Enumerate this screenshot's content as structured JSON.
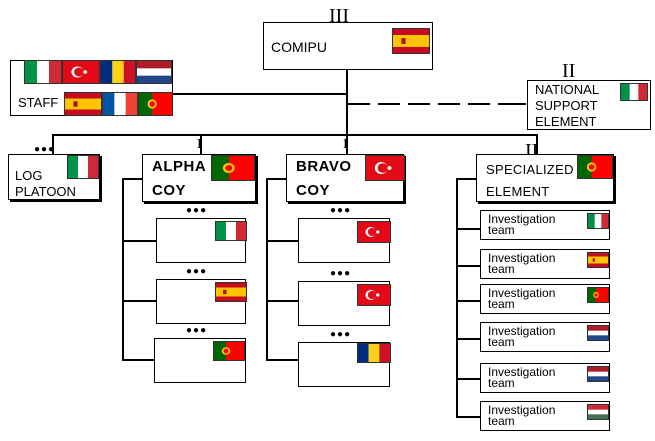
{
  "comipu": {
    "rank": "III",
    "label": "COMIPU"
  },
  "staff": {
    "label": "STAFF"
  },
  "national_support": {
    "rank": "II",
    "label": "NATIONAL\nSUPPORT\nELEMENT"
  },
  "log_platoon": {
    "label": "LOG\nPLATOON"
  },
  "alpha": {
    "rank": "I",
    "label": "ALPHA\nCOY"
  },
  "bravo": {
    "rank": "I",
    "label": "BRAVO\nCOY"
  },
  "specialized": {
    "rank": "II",
    "label": "SPECIALIZED\nELEMENT"
  },
  "investigation_label": "Investigation\nteam",
  "platoon_marker": "●●●",
  "flags": {
    "comipu": "spain",
    "staff": [
      "italy",
      "turkey",
      "romania",
      "netherlands",
      "spain",
      "france",
      "portugal"
    ],
    "national_support": "italy",
    "log_platoon": "italy",
    "alpha": "portugal",
    "alpha_platoons": [
      "italy",
      "spain",
      "portugal"
    ],
    "bravo": "turkey",
    "bravo_platoons": [
      "turkey",
      "turkey",
      "romania"
    ],
    "specialized": "portugal",
    "investigation_teams": [
      "italy",
      "spain",
      "portugal",
      "netherlands",
      "netherlands",
      "hungary"
    ]
  }
}
